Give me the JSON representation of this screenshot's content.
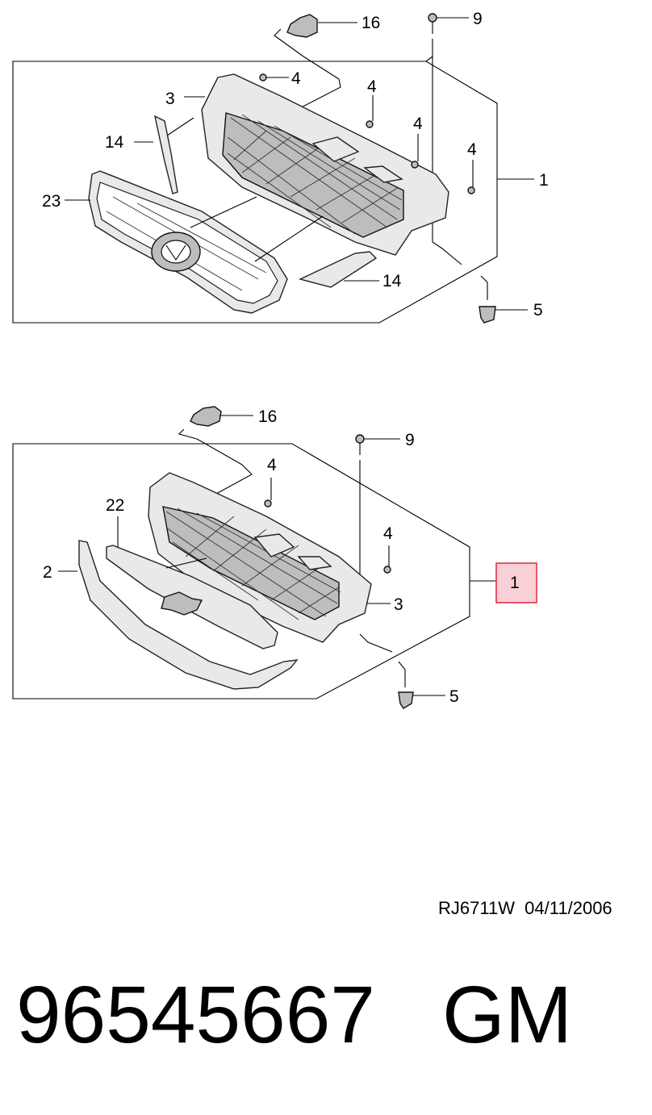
{
  "diagram": {
    "upper": {
      "callouts": {
        "c16": "16",
        "c9": "9",
        "c4a": "4",
        "c3": "3",
        "c4b": "4",
        "c14a": "14",
        "c4c": "4",
        "c4d": "4",
        "c1": "1",
        "c23": "23",
        "c14b": "14",
        "c5": "5"
      }
    },
    "lower": {
      "callouts": {
        "c16": "16",
        "c9": "9",
        "c4a": "4",
        "c22": "22",
        "c4b": "4",
        "c2": "2",
        "c1": "1",
        "c3": "3",
        "c5": "5"
      }
    },
    "highlight_color": "#f8d0d6",
    "highlight_border": "#e0334a"
  },
  "footer": {
    "ref_code": "RJ6711W  04/11/2006",
    "part_number": "96545667",
    "brand": "GM"
  }
}
